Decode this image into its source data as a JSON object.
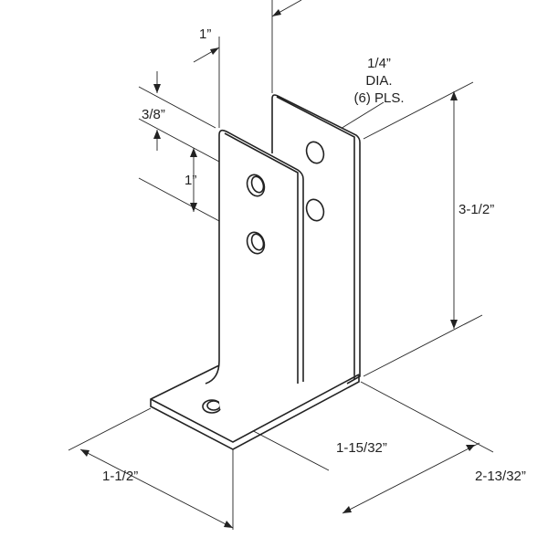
{
  "dimensions": {
    "top_width": "1”",
    "hole_dia_line1": "1/4”",
    "hole_dia_line2": "DIA.",
    "hole_dia_line3": "(6) PLS.",
    "edge_to_hole": "3/8”",
    "hole_spacing": "1”",
    "height": "3-1/2”",
    "inner_width": "1-15/32”",
    "base_depth": "1-1/2”",
    "overall_width": "2-13/32”"
  }
}
